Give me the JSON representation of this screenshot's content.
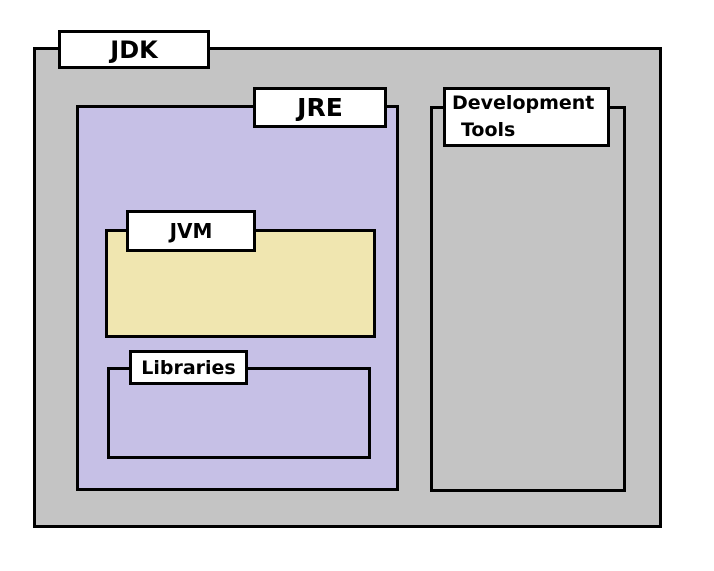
{
  "diagram": {
    "jdk": {
      "label": "JDK",
      "fill": "#c4c4c4"
    },
    "jre": {
      "label": "JRE",
      "fill": "#c6c0e6"
    },
    "jvm": {
      "label": "JVM",
      "fill": "#f0e6b0"
    },
    "libraries": {
      "label": "Libraries",
      "fill": "#c6c0e6"
    },
    "development_tools": {
      "label_line1": "Development",
      "label_line2": "Tools",
      "fill": "#c4c4c4"
    }
  }
}
